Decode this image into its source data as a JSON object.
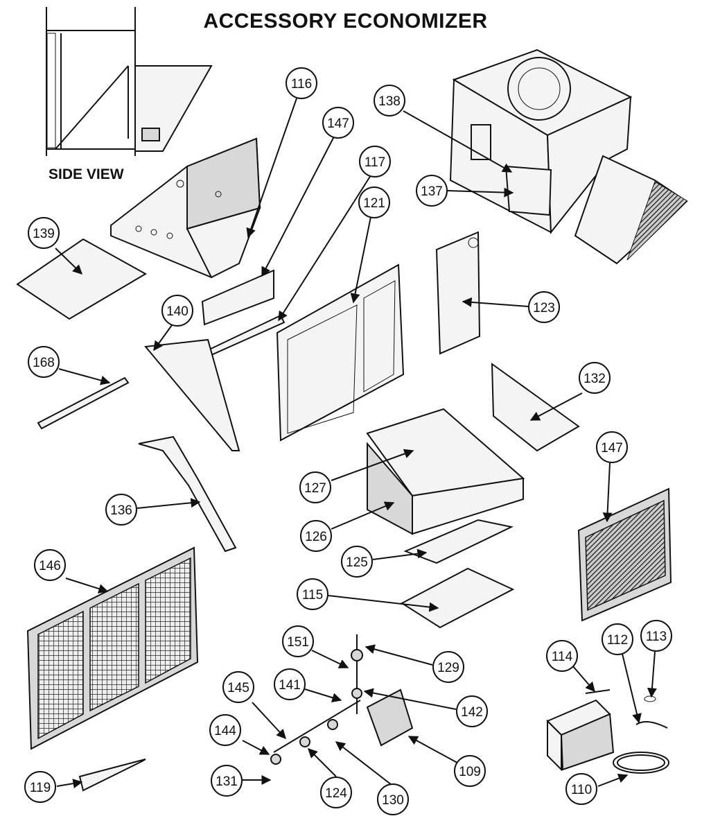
{
  "title": "ACCESSORY ECONOMIZER",
  "side_view_label": "SIDE VIEW",
  "callouts": {
    "c116": "116",
    "c147a": "147",
    "c117": "117",
    "c138": "138",
    "c137": "137",
    "c139": "139",
    "c121": "121",
    "c123": "123",
    "c140": "140",
    "c168": "168",
    "c132": "132",
    "c147b": "147",
    "c127": "127",
    "c136": "136",
    "c126": "126",
    "c146": "146",
    "c125": "125",
    "c115": "115",
    "c151": "151",
    "c129": "129",
    "c114": "114",
    "c112": "112",
    "c113": "113",
    "c141": "141",
    "c145": "145",
    "c142": "142",
    "c144": "144",
    "c109": "109",
    "c119": "119",
    "c131": "131",
    "c124": "124",
    "c130": "130",
    "c110": "110"
  }
}
